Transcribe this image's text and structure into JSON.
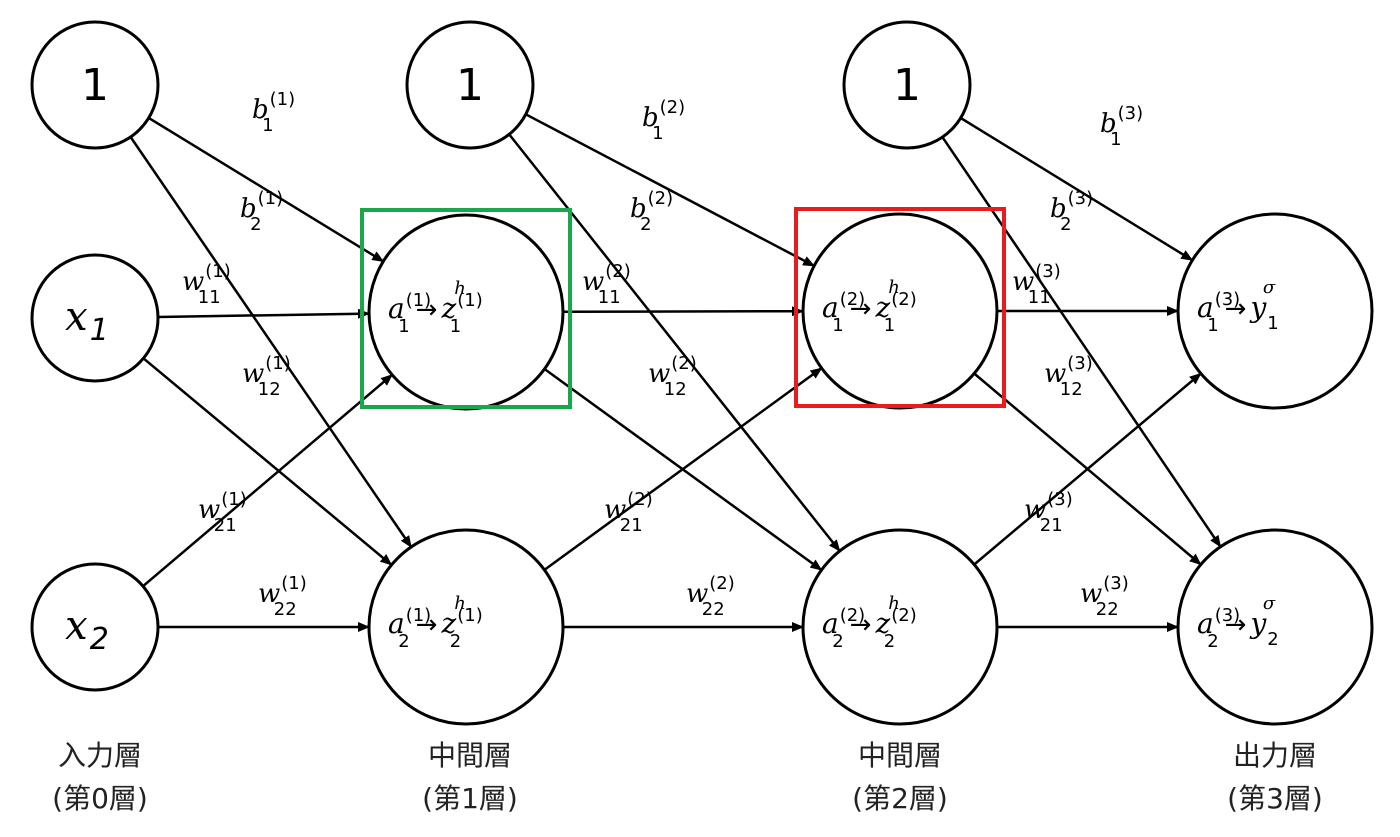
{
  "layers": [
    {
      "id": "L0",
      "title": "入力層",
      "subtitle": "(第0層)"
    },
    {
      "id": "L1",
      "title": "中間層",
      "subtitle": "(第1層)"
    },
    {
      "id": "L2",
      "title": "中間層",
      "subtitle": "(第2層)"
    },
    {
      "id": "L3",
      "title": "出力層",
      "subtitle": "(第3層)"
    }
  ],
  "nodes": [
    {
      "id": "b0",
      "kind": "bias",
      "text": "1"
    },
    {
      "id": "x1",
      "kind": "input",
      "var": "x",
      "sub": "1"
    },
    {
      "id": "x2",
      "kind": "input",
      "var": "x",
      "sub": "2"
    },
    {
      "id": "b1",
      "kind": "bias",
      "text": "1"
    },
    {
      "id": "n11",
      "kind": "neuron",
      "a_sub": "1",
      "a_sup": "(1)",
      "fn": "h",
      "out": "z",
      "out_sub": "1",
      "out_sup": "(1)"
    },
    {
      "id": "n12",
      "kind": "neuron",
      "a_sub": "2",
      "a_sup": "(1)",
      "fn": "h",
      "out": "z",
      "out_sub": "2",
      "out_sup": "(1)"
    },
    {
      "id": "b2",
      "kind": "bias",
      "text": "1"
    },
    {
      "id": "n21",
      "kind": "neuron",
      "a_sub": "1",
      "a_sup": "(2)",
      "fn": "h",
      "out": "z",
      "out_sub": "1",
      "out_sup": "(2)"
    },
    {
      "id": "n22",
      "kind": "neuron",
      "a_sub": "2",
      "a_sup": "(2)",
      "fn": "h",
      "out": "z",
      "out_sub": "2",
      "out_sup": "(2)"
    },
    {
      "id": "n31",
      "kind": "neuron",
      "a_sub": "1",
      "a_sup": "(3)",
      "fn": "σ",
      "out": "y",
      "out_sub": "1",
      "out_sup": ""
    },
    {
      "id": "n32",
      "kind": "neuron",
      "a_sub": "2",
      "a_sup": "(3)",
      "fn": "σ",
      "out": "y",
      "out_sub": "2",
      "out_sup": ""
    }
  ],
  "edges": [
    {
      "from": "b0",
      "to": "n11",
      "sym": "b",
      "sub": "1",
      "sup": "(1)"
    },
    {
      "from": "b0",
      "to": "n12",
      "sym": "b",
      "sub": "2",
      "sup": "(1)"
    },
    {
      "from": "x1",
      "to": "n11",
      "sym": "w",
      "sub": "11",
      "sup": "(1)"
    },
    {
      "from": "x1",
      "to": "n12",
      "sym": "w",
      "sub": "12",
      "sup": "(1)"
    },
    {
      "from": "x2",
      "to": "n11",
      "sym": "w",
      "sub": "21",
      "sup": "(1)"
    },
    {
      "from": "x2",
      "to": "n12",
      "sym": "w",
      "sub": "22",
      "sup": "(1)"
    },
    {
      "from": "b1",
      "to": "n21",
      "sym": "b",
      "sub": "1",
      "sup": "(2)"
    },
    {
      "from": "b1",
      "to": "n22",
      "sym": "b",
      "sub": "2",
      "sup": "(2)"
    },
    {
      "from": "n11",
      "to": "n21",
      "sym": "w",
      "sub": "11",
      "sup": "(2)"
    },
    {
      "from": "n11",
      "to": "n22",
      "sym": "w",
      "sub": "12",
      "sup": "(2)"
    },
    {
      "from": "n12",
      "to": "n21",
      "sym": "w",
      "sub": "21",
      "sup": "(2)"
    },
    {
      "from": "n12",
      "to": "n22",
      "sym": "w",
      "sub": "22",
      "sup": "(2)"
    },
    {
      "from": "b2",
      "to": "n31",
      "sym": "b",
      "sub": "1",
      "sup": "(3)"
    },
    {
      "from": "b2",
      "to": "n32",
      "sym": "b",
      "sub": "2",
      "sup": "(3)"
    },
    {
      "from": "n21",
      "to": "n31",
      "sym": "w",
      "sub": "11",
      "sup": "(3)"
    },
    {
      "from": "n21",
      "to": "n32",
      "sym": "w",
      "sub": "12",
      "sup": "(3)"
    },
    {
      "from": "n22",
      "to": "n31",
      "sym": "w",
      "sub": "21",
      "sup": "(3)"
    },
    {
      "from": "n22",
      "to": "n32",
      "sym": "w",
      "sub": "22",
      "sup": "(3)"
    }
  ],
  "highlights": [
    {
      "node": "n11",
      "color": "#1aa64a"
    },
    {
      "node": "n21",
      "color": "#e81c1c"
    }
  ]
}
